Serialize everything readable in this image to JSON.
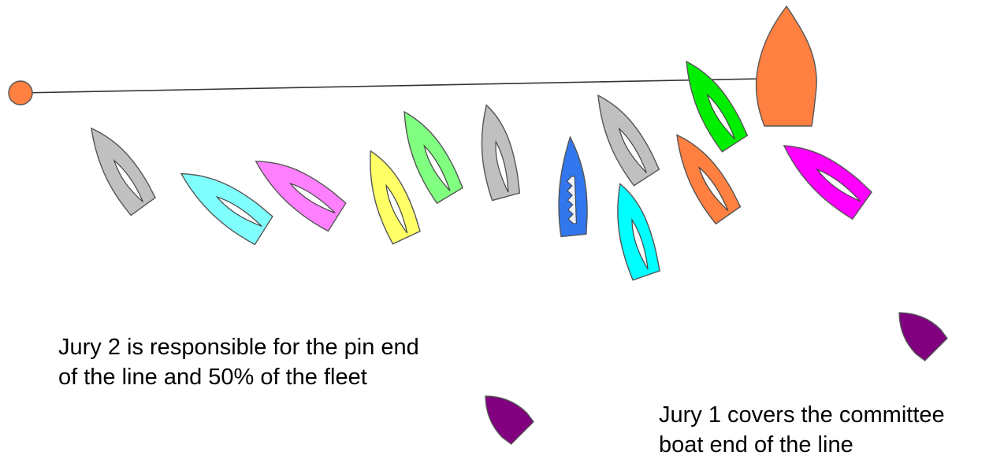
{
  "diagram": {
    "start_line": {
      "pin_end_color": "#ff8040",
      "line_color": "#333333"
    },
    "committee_boat": {
      "color": "#ff8040"
    },
    "fleet": [
      {
        "name": "boat-grey-1",
        "color": "#c0c0c0"
      },
      {
        "name": "boat-cyan-1",
        "color": "#80ffff"
      },
      {
        "name": "boat-pink",
        "color": "#ff80ff"
      },
      {
        "name": "boat-yellow",
        "color": "#ffff66"
      },
      {
        "name": "boat-lightgreen",
        "color": "#80ff80"
      },
      {
        "name": "boat-grey-2",
        "color": "#c0c0c0"
      },
      {
        "name": "boat-blue",
        "color": "#3377ee"
      },
      {
        "name": "boat-cyan-2",
        "color": "#00ffff"
      },
      {
        "name": "boat-grey-3",
        "color": "#c0c0c0"
      },
      {
        "name": "boat-orange",
        "color": "#ff8040"
      },
      {
        "name": "boat-green",
        "color": "#00ee00"
      },
      {
        "name": "boat-magenta",
        "color": "#ff00ff"
      }
    ],
    "jury_boats": [
      {
        "name": "jury-boat-1",
        "color": "#800080"
      },
      {
        "name": "jury-boat-2",
        "color": "#800080"
      }
    ],
    "captions": {
      "jury2": "Jury 2 is responsible for the pin end\nof the line and 50% of the fleet",
      "jury1": "Jury 1 covers the committee\nboat end of the line"
    }
  }
}
